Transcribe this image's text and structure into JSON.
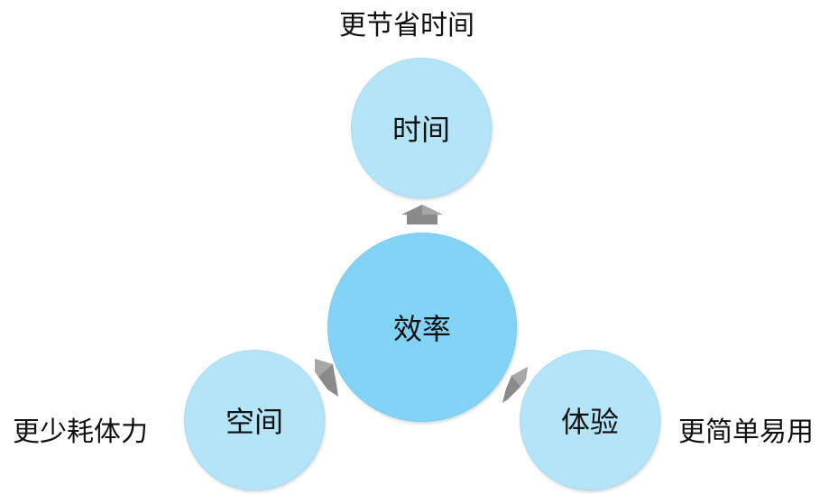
{
  "diagram": {
    "center_node": {
      "label": "效率"
    },
    "nodes": [
      {
        "id": "time",
        "label": "时间",
        "caption": "更节省时间"
      },
      {
        "id": "space",
        "label": "空间",
        "caption": "更少耗体力"
      },
      {
        "id": "experience",
        "label": "体验",
        "caption": "更简单易用"
      }
    ],
    "colors": {
      "center_fill": "#82d3f6",
      "node_fill": "#b4e4f8",
      "arrow": "#8a8a8a"
    }
  }
}
